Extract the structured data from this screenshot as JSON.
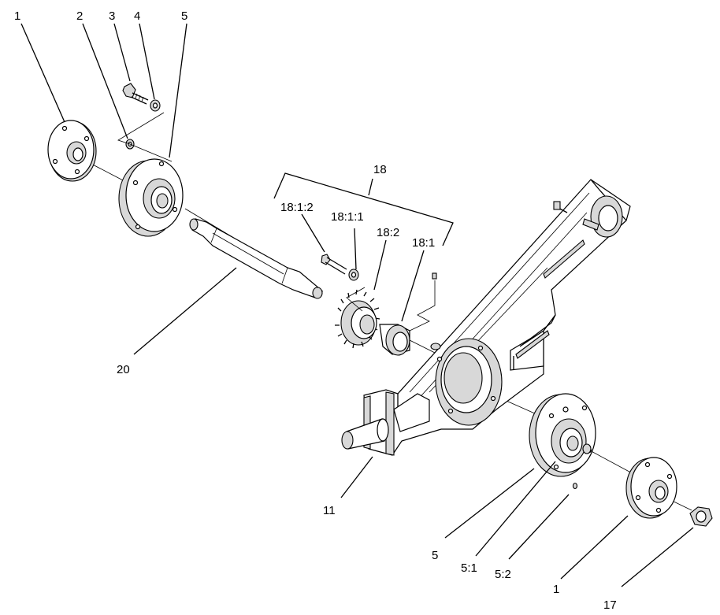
{
  "figure": {
    "callouts": [
      {
        "id": "c1a",
        "text": "1"
      },
      {
        "id": "c2",
        "text": "2"
      },
      {
        "id": "c3",
        "text": "3"
      },
      {
        "id": "c4",
        "text": "4"
      },
      {
        "id": "c5a",
        "text": "5"
      },
      {
        "id": "c18",
        "text": "18"
      },
      {
        "id": "c18-1-2",
        "text": "18:1:2"
      },
      {
        "id": "c18-1-1",
        "text": "18:1:1"
      },
      {
        "id": "c18-2",
        "text": "18:2"
      },
      {
        "id": "c18-1",
        "text": "18:1"
      },
      {
        "id": "c20",
        "text": "20"
      },
      {
        "id": "c11",
        "text": "11"
      },
      {
        "id": "c5b",
        "text": "5"
      },
      {
        "id": "c5-1",
        "text": "5:1"
      },
      {
        "id": "c5-2",
        "text": "5:2"
      },
      {
        "id": "c1b",
        "text": "1"
      },
      {
        "id": "c17",
        "text": "17"
      }
    ]
  }
}
